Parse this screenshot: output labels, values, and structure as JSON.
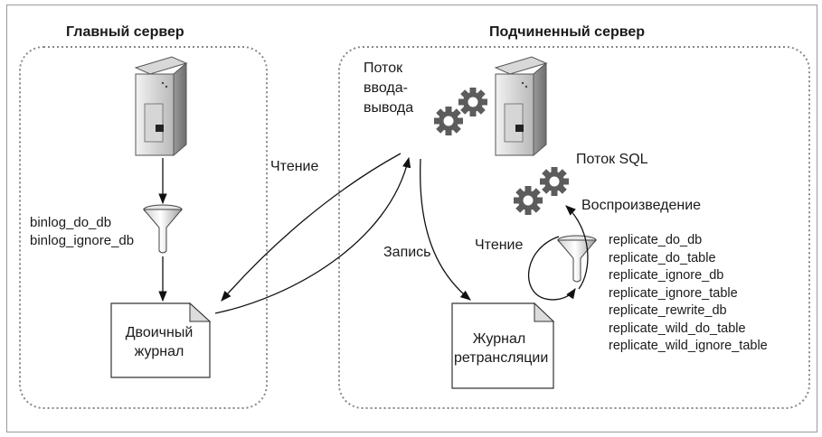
{
  "master": {
    "title": "Главный сервер",
    "filters": [
      "binlog_do_db",
      "binlog_ignore_db"
    ],
    "binlog": [
      "Двоичный",
      "журнал"
    ]
  },
  "slave": {
    "title": "Подчиненный сервер",
    "io_thread": [
      "Поток",
      "ввода-",
      "вывода"
    ],
    "sql_thread": "Поток SQL",
    "replay": "Воспроизведение",
    "relay_log": [
      "Журнал",
      "ретрансляции"
    ],
    "filters": [
      "replicate_do_db",
      "replicate_do_table",
      "replicate_ignore_db",
      "replicate_ignore_table",
      "replicate_rewrite_db",
      "replicate_wild_do_table",
      "replicate_wild_ignore_table"
    ]
  },
  "edges": {
    "read_master": "Чтение",
    "write_relay": "Запись",
    "read_relay": "Чтение"
  },
  "icons": [
    "server-icon",
    "funnel-icon",
    "gears-icon",
    "document-icon"
  ]
}
